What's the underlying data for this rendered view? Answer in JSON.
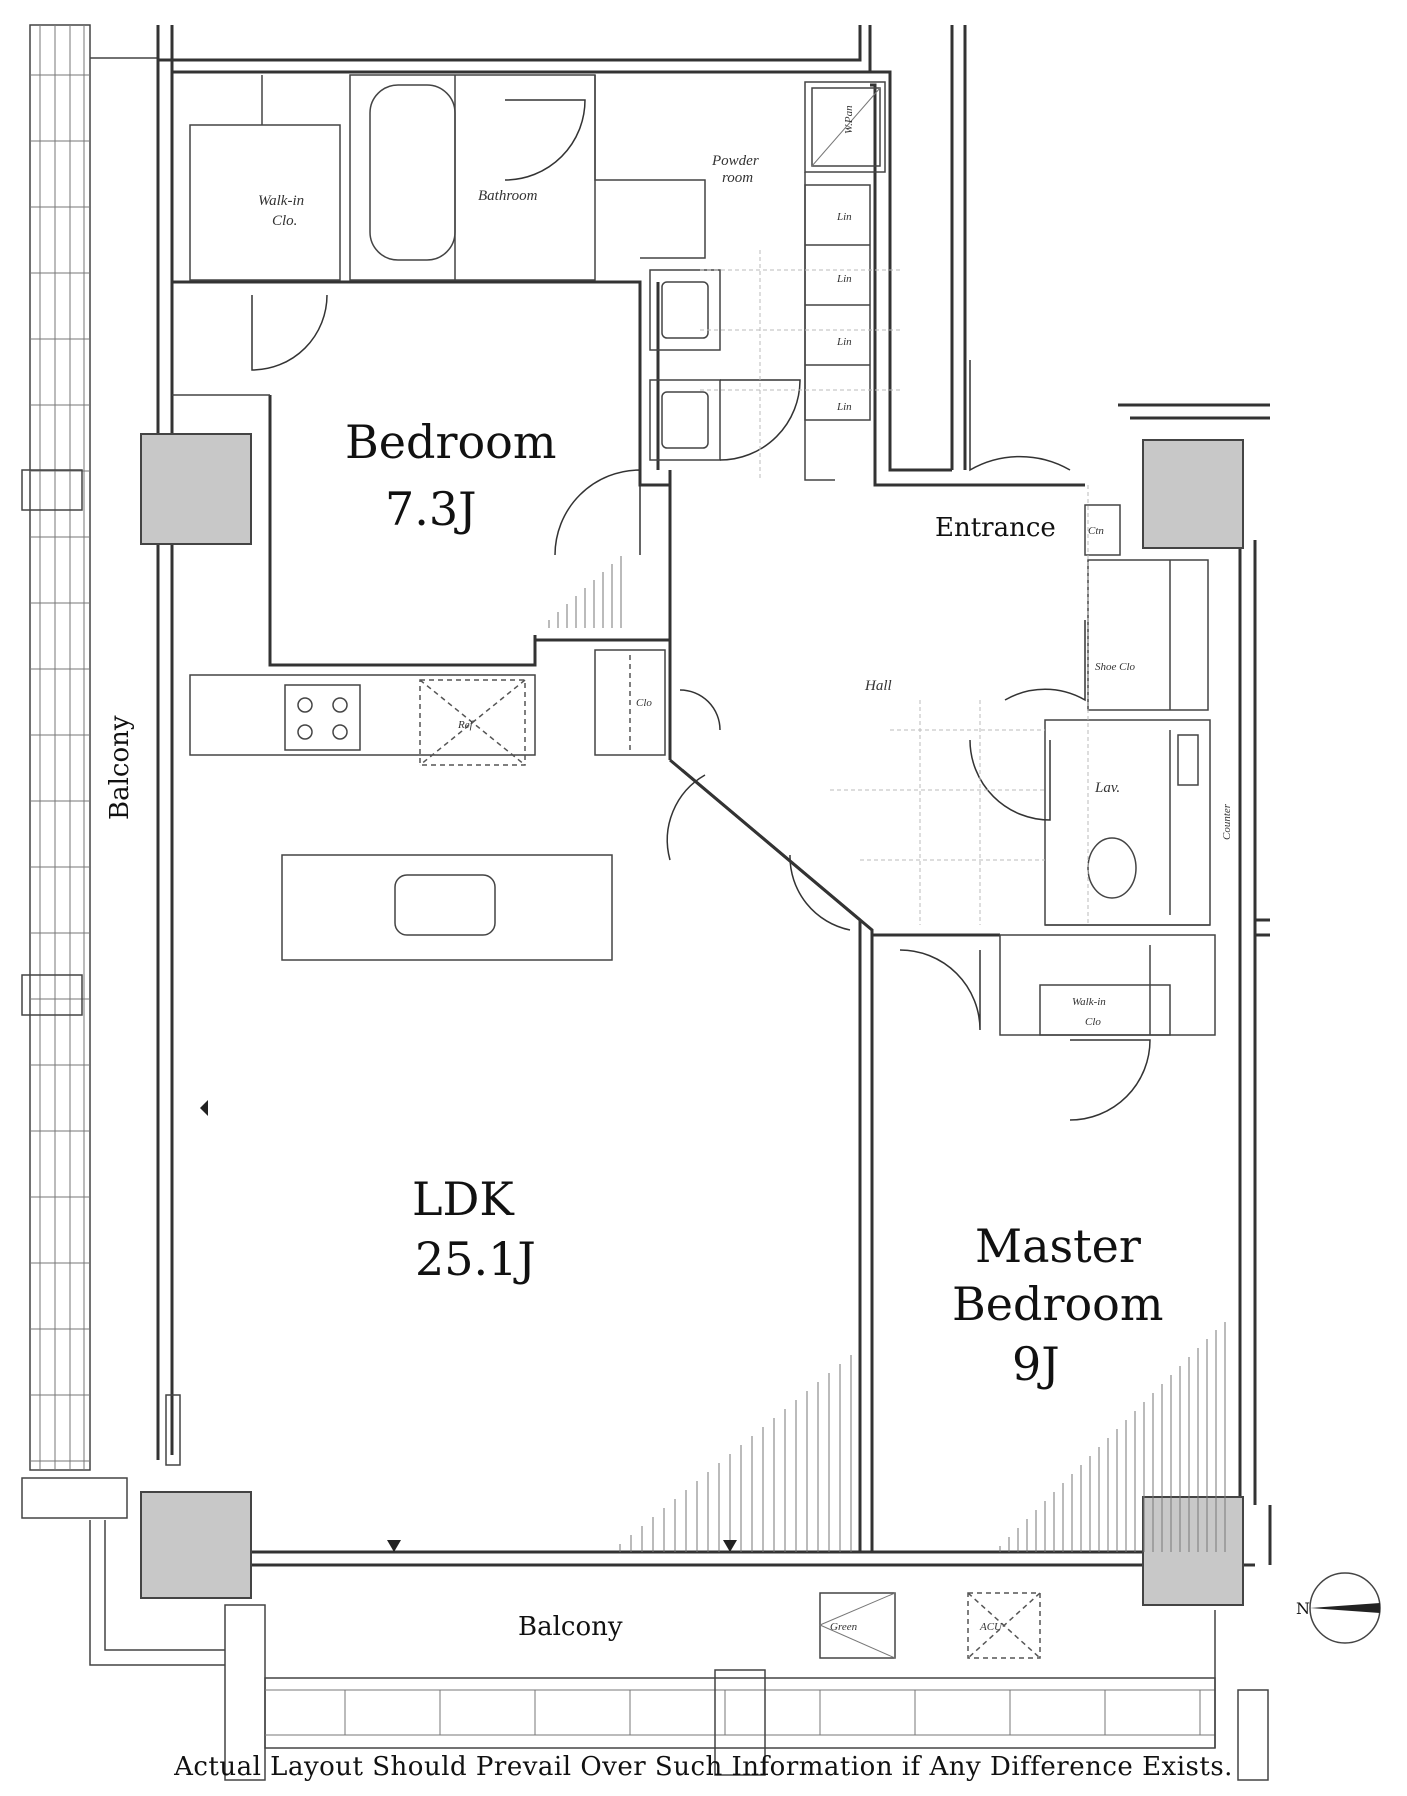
{
  "rooms": {
    "bedroom": {
      "name": "Bedroom",
      "size": "7.3J"
    },
    "ldk": {
      "name": "LDK",
      "size": "25.1J"
    },
    "master": {
      "name_line1": "Master",
      "name_line2": "Bedroom",
      "size": "9J"
    },
    "entrance": "Entrance",
    "hall": "Hall",
    "balcony_left": "Balcony",
    "balcony_bottom": "Balcony"
  },
  "fixtures": {
    "walkin_clo_top": [
      "Walk-in",
      "Clo."
    ],
    "bathroom": "Bathroom",
    "powder_room": [
      "Powder",
      "room"
    ],
    "wpan": "W.Pan",
    "lin": [
      "Lin",
      "Lin",
      "Lin",
      "Lin"
    ],
    "ref": "Ref",
    "clo_kitchen": "Clo",
    "shoe_clo": "Shoe Clo",
    "lav": "Lav.",
    "counter": "Counter",
    "walkin_clo_master": [
      "Walk-in",
      "Clo"
    ],
    "ctn": "Ctn",
    "green": "Green",
    "acu": "ACU"
  },
  "compass": {
    "label": "N"
  },
  "disclaimer": "Actual Layout Should Prevail Over Such Information if Any Difference Exists."
}
